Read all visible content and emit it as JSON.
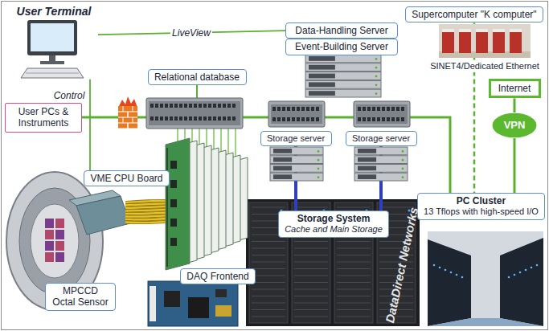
{
  "diagram": {
    "nodes": [
      {
        "text": [
          "User Terminal"
        ]
      },
      {
        "text": [
          "Supercomputer \"K computer\""
        ]
      },
      {
        "text": [
          "Data-Handling Server"
        ]
      },
      {
        "text": [
          "Event-Building Server"
        ]
      },
      {
        "text": [
          "Relational database"
        ]
      },
      {
        "text": [
          "Internet"
        ]
      },
      {
        "text": [
          "User PCs & Instruments"
        ]
      },
      {
        "text": [
          "VPN"
        ]
      },
      {
        "text": [
          "VME CPU Board"
        ]
      },
      {
        "text": [
          "Storage server"
        ]
      },
      {
        "text": [
          "Storage server"
        ]
      },
      {
        "text": [
          "PC Cluster",
          "13 Tflops with high-speed I/O"
        ]
      },
      {
        "text": [
          "Storage System",
          "Cache and Main Storage"
        ]
      },
      {
        "text": [
          "DAQ Frontend"
        ]
      },
      {
        "text": [
          "MPCCD Octal Sensor"
        ]
      }
    ],
    "edges": [
      {
        "from": 0,
        "to": 2,
        "label": "LiveView",
        "arrow": "none"
      },
      {
        "from": 0,
        "to": 8,
        "label": "Control",
        "arrow": "none"
      },
      {
        "from": 1,
        "to": 11,
        "label": "SINET4/Dedicated Ethernet",
        "arrow": "none"
      },
      {
        "from": 5,
        "to": 7,
        "arrow": "none"
      },
      {
        "from": 7,
        "to": 11,
        "arrow": "none"
      },
      {
        "from": 9,
        "to": 12,
        "arrow": "none"
      },
      {
        "from": 10,
        "to": 12,
        "arrow": "none"
      },
      {
        "from": 6,
        "to": 11,
        "arrow": "none"
      }
    ],
    "labels": [
      "DataDirect Networks"
    ]
  }
}
